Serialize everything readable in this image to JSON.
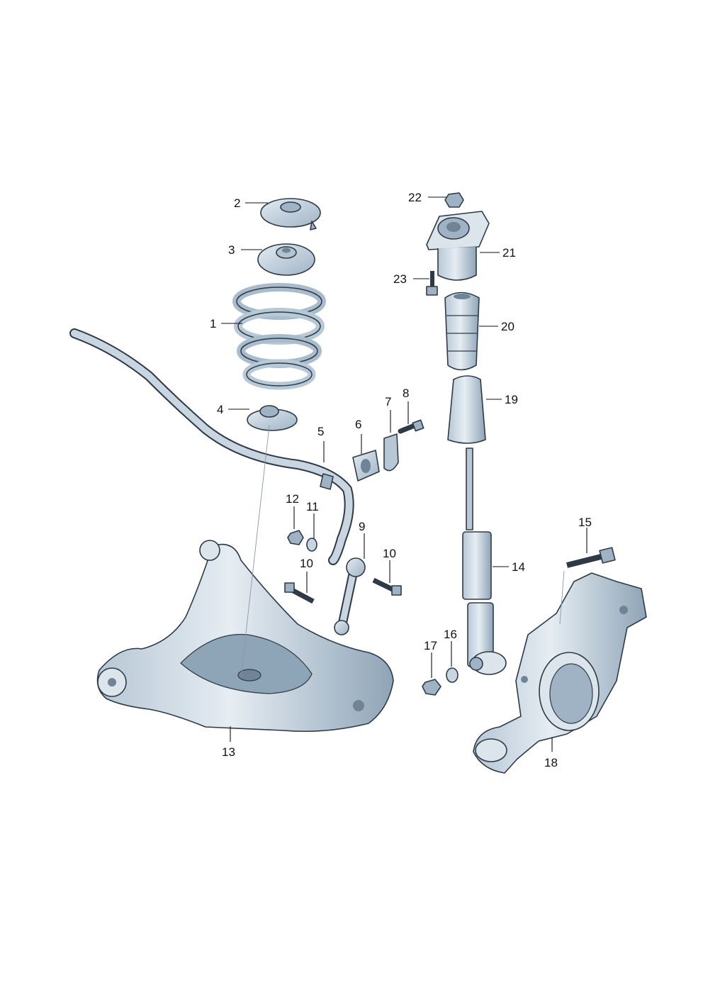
{
  "callouts": [
    {
      "id": "1",
      "text": "1"
    },
    {
      "id": "2",
      "text": "2"
    },
    {
      "id": "3",
      "text": "3"
    },
    {
      "id": "4",
      "text": "4"
    },
    {
      "id": "5",
      "text": "5"
    },
    {
      "id": "6",
      "text": "6"
    },
    {
      "id": "7",
      "text": "7"
    },
    {
      "id": "8",
      "text": "8"
    },
    {
      "id": "9",
      "text": "9"
    },
    {
      "id": "10a",
      "text": "10"
    },
    {
      "id": "10b",
      "text": "10"
    },
    {
      "id": "11",
      "text": "11"
    },
    {
      "id": "12",
      "text": "12"
    },
    {
      "id": "13",
      "text": "13"
    },
    {
      "id": "14",
      "text": "14"
    },
    {
      "id": "15",
      "text": "15"
    },
    {
      "id": "16",
      "text": "16"
    },
    {
      "id": "17",
      "text": "17"
    },
    {
      "id": "18",
      "text": "18"
    },
    {
      "id": "19",
      "text": "19"
    },
    {
      "id": "20",
      "text": "20"
    },
    {
      "id": "21",
      "text": "21"
    },
    {
      "id": "22",
      "text": "22"
    },
    {
      "id": "23",
      "text": "23"
    }
  ],
  "colors": {
    "part_fill": "#c9d6e1",
    "part_shade": "#9fb3c4",
    "part_dark": "#6f8597",
    "part_stroke": "#2e3b47",
    "label": "#111111"
  }
}
